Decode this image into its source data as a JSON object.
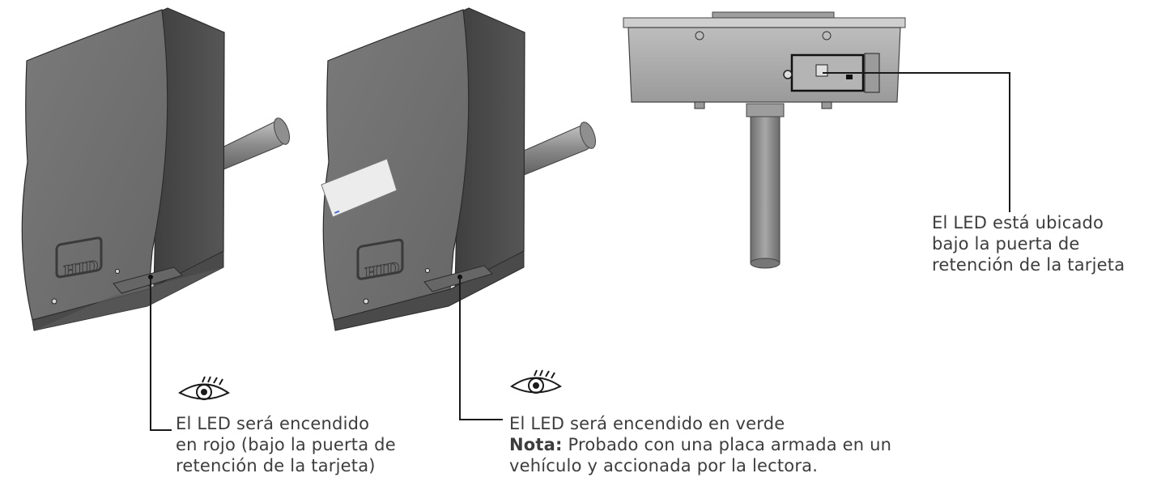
{
  "logo_text": "HID",
  "callouts": {
    "left": {
      "lines": [
        "El LED será encendido",
        "en rojo (bajo la puerta de",
        "retención de la tarjeta)"
      ]
    },
    "middle": {
      "line1": "El LED será encendido en verde",
      "note_label": "Nota:",
      "note_text": " Probado con una placa armada en un",
      "line3": "vehículo y accionada por la lectora."
    },
    "right": {
      "lines": [
        "El LED está ubicado",
        "bajo la puerta de",
        "retención de la tarjeta"
      ]
    }
  },
  "colors": {
    "reader_front": "#6f6f6f",
    "reader_side": "#4d4d4d",
    "reader_bottom": "#5a5a5a",
    "pole": "#8a8a8a",
    "callout_line": "#1a1a1a",
    "text": "#3d3d3d"
  }
}
